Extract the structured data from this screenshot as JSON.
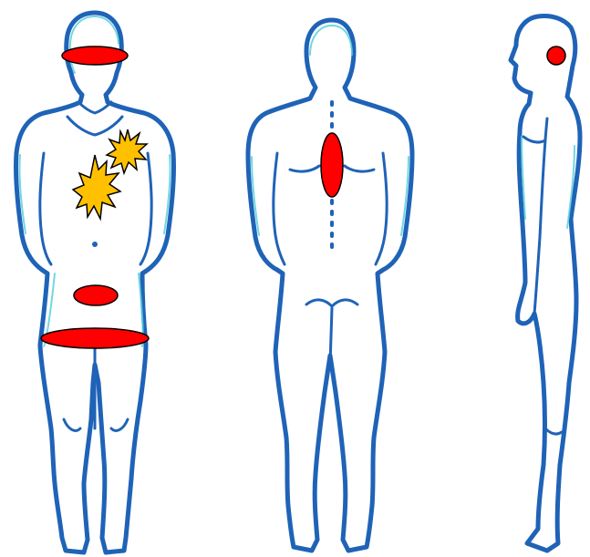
{
  "diagram": {
    "figures": [
      {
        "name": "front-view"
      },
      {
        "name": "back-view"
      },
      {
        "name": "side-view"
      }
    ],
    "markers": [
      {
        "view": "front",
        "region": "eyes",
        "shape": "oval",
        "color": "#ff0000"
      },
      {
        "view": "front",
        "region": "right-upper-chest",
        "shape": "burst",
        "color": "#ffc000"
      },
      {
        "view": "front",
        "region": "mid-chest",
        "shape": "burst",
        "color": "#ffc000"
      },
      {
        "view": "front",
        "region": "lower-abdomen",
        "shape": "oval",
        "color": "#ff0000"
      },
      {
        "view": "front",
        "region": "groin",
        "shape": "oval",
        "color": "#ff0000"
      },
      {
        "view": "back",
        "region": "upper-spine",
        "shape": "oval",
        "color": "#ff0000"
      },
      {
        "view": "side",
        "region": "head",
        "shape": "circle",
        "color": "#ff0000"
      }
    ],
    "colors": {
      "outline": "#1f63b7",
      "outline_glow": "#5ad0dc",
      "pain_mark": "#ff0000",
      "burst_mark": "#ffc000"
    }
  }
}
